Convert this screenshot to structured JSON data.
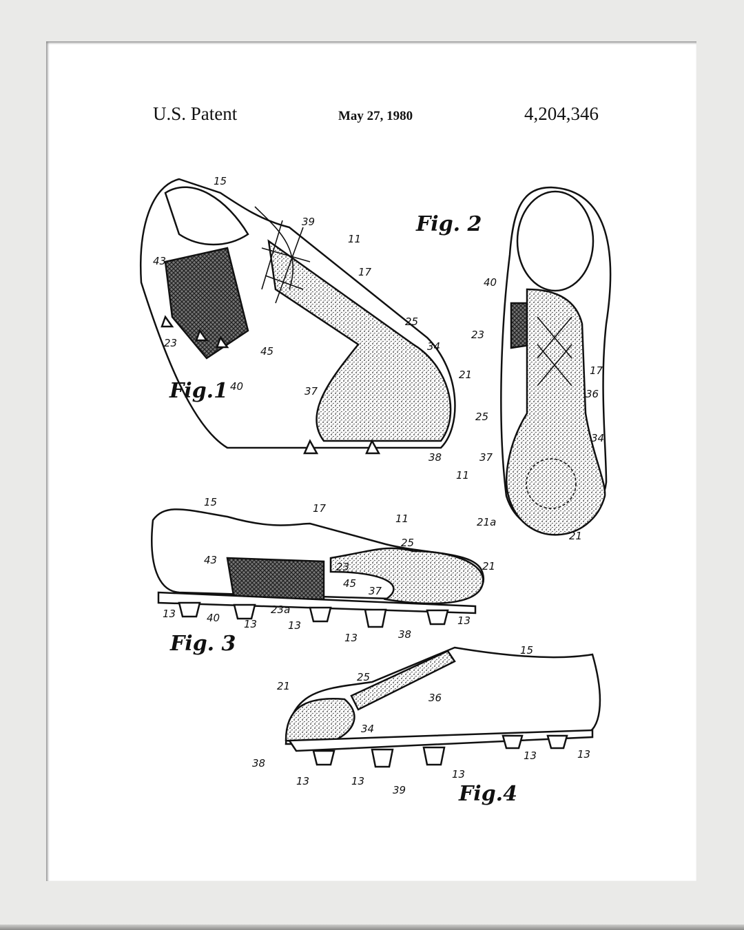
{
  "header": {
    "left": "U.S. Patent",
    "date": "May 27, 1980",
    "number": "4,204,346"
  },
  "figures": {
    "fig1": "Fig.1",
    "fig2": "Fig. 2",
    "fig3": "Fig. 3",
    "fig4": "Fig.4"
  },
  "refs": {
    "fig1": [
      "15",
      "39",
      "11",
      "17",
      "43",
      "23",
      "45",
      "25",
      "34",
      "21",
      "40",
      "37",
      "38"
    ],
    "fig2": [
      "40",
      "23",
      "17",
      "36",
      "25",
      "34",
      "37",
      "11",
      "21a",
      "21"
    ],
    "fig3": [
      "15",
      "17",
      "11",
      "25",
      "43",
      "23",
      "21",
      "45",
      "37",
      "23a",
      "13",
      "40",
      "13",
      "13",
      "13",
      "38",
      "13"
    ],
    "fig4": [
      "15",
      "25",
      "21",
      "36",
      "34",
      "38",
      "13",
      "13",
      "13",
      "13",
      "13",
      "39"
    ]
  }
}
